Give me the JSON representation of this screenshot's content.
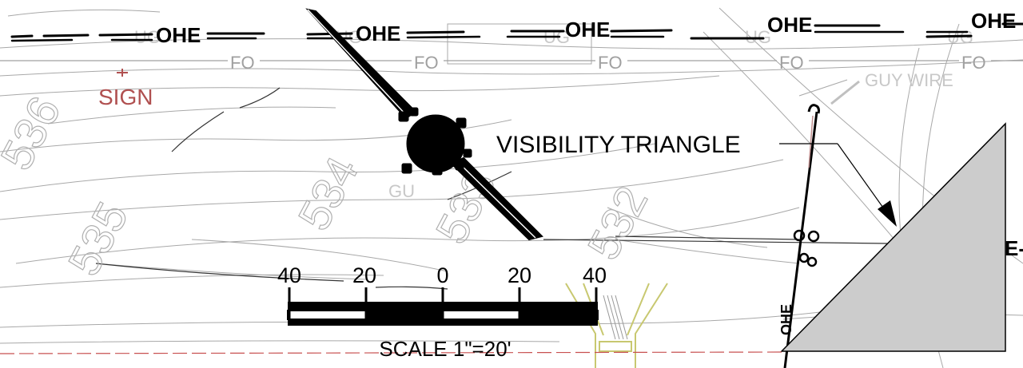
{
  "utility_labels": {
    "ohe": "OHE",
    "fo": "FO",
    "ug": "UG",
    "guy_wire": "GUY WIRE",
    "guy_partial": "GU",
    "ohe_partial": "E-"
  },
  "sign_label": "SIGN",
  "contours": [
    "536",
    "535",
    "534",
    "533",
    "532"
  ],
  "annotation": {
    "visibility_triangle": "VISIBILITY TRIANGLE"
  },
  "scale_bar": {
    "ticks": [
      "40",
      "20",
      "0",
      "20",
      "40"
    ],
    "caption": "SCALE 1\"=20'"
  },
  "colors": {
    "linework": "#000000",
    "faint_linework": "#9a9a9a",
    "sign": "#b05050",
    "triangle_fill": "#cccccc",
    "culvert": "#c8c870",
    "property_line": "#c85050"
  },
  "icons": {
    "north_arrow": "north-arrow-icon"
  }
}
